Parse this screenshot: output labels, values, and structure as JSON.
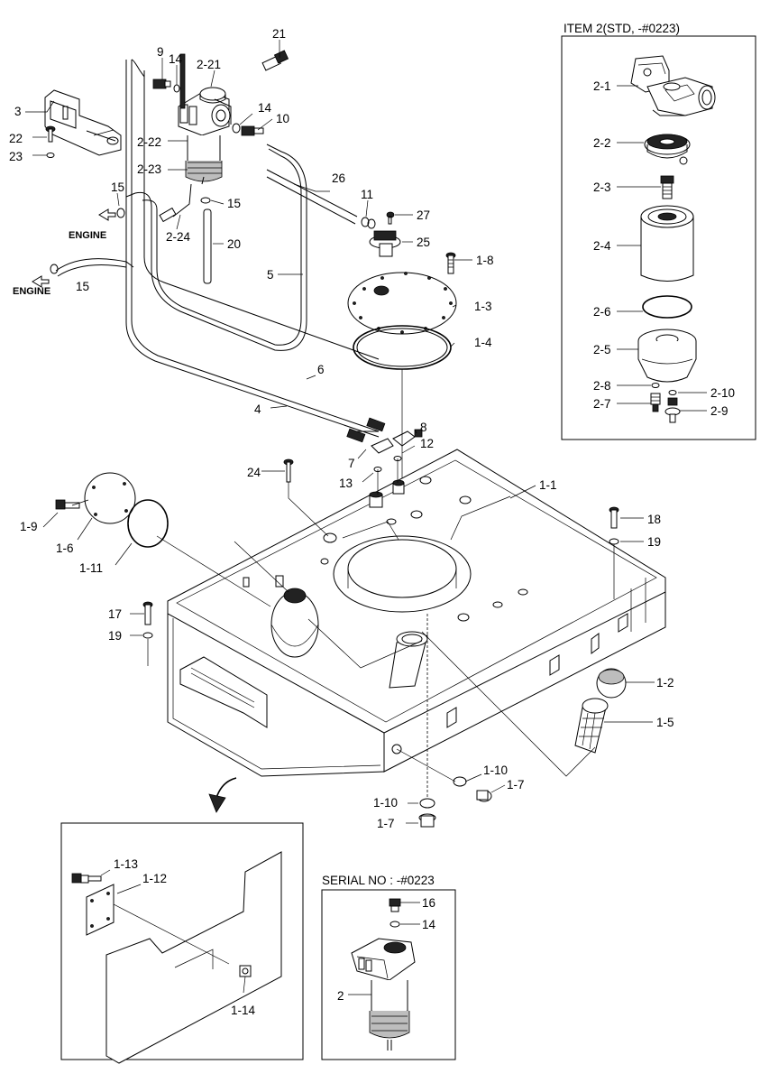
{
  "headers": {
    "item2": "ITEM 2(STD, -#0223)",
    "serial": "SERIAL NO : -#0223"
  },
  "engine_label": "ENGINE",
  "labels": {
    "l21": "21",
    "l9": "9",
    "l14a": "14",
    "l2_21": "2-21",
    "l14b": "14",
    "l10": "10",
    "l3": "3",
    "l22": "22",
    "l23": "23",
    "l2_22": "2-22",
    "l2_23": "2-23",
    "l15a": "15",
    "l15b": "15",
    "l15c": "15",
    "l2_24": "2-24",
    "l20": "20",
    "l26": "26",
    "l11": "11",
    "l27": "27",
    "l25": "25",
    "l1_8": "1-8",
    "l5": "5",
    "l1_3": "1-3",
    "l1_4": "1-4",
    "l6": "6",
    "l4": "4",
    "l8": "8",
    "l12": "12",
    "l7": "7",
    "l13": "13",
    "l24": "24",
    "l1_1": "1-1",
    "l1_9": "1-9",
    "l1_6": "1-6",
    "l1_11": "1-11",
    "l18": "18",
    "l19a": "19",
    "l17": "17",
    "l19b": "19",
    "l1_2": "1-2",
    "l1_5": "1-5",
    "l1_10a": "1-10",
    "l1_7a": "1-7",
    "l1_10b": "1-10",
    "l1_7b": "1-7",
    "l2_1": "2-1",
    "l2_2": "2-2",
    "l2_3": "2-3",
    "l2_4": "2-4",
    "l2_6": "2-6",
    "l2_5": "2-5",
    "l2_8": "2-8",
    "l2_10": "2-10",
    "l2_7": "2-7",
    "l2_9": "2-9",
    "l1_13": "1-13",
    "l1_12": "1-12",
    "l1_14": "1-14",
    "l16": "16",
    "l14c": "14",
    "l2": "2"
  }
}
